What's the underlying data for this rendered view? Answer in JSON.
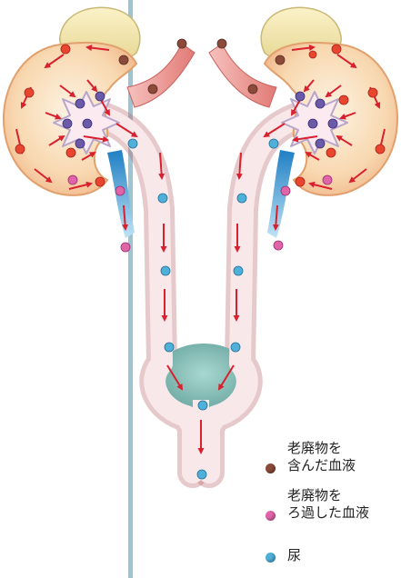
{
  "colors": {
    "waste_blood": "#8b4a3a",
    "filtered_blood": "#e064a8",
    "urine": "#4fb0d8",
    "arrow": "#d8202e",
    "spine": "#9ec3d3",
    "bladder": "#6fb0a8"
  },
  "legend": [
    {
      "dot": "waste_blood",
      "line1": "老廃物を",
      "line2": "含んだ血液"
    },
    {
      "dot": "filtered_blood",
      "line1": "老廃物を",
      "line2": "ろ過した血液"
    },
    {
      "dot": "urine",
      "line1": "尿",
      "line2": ""
    }
  ]
}
